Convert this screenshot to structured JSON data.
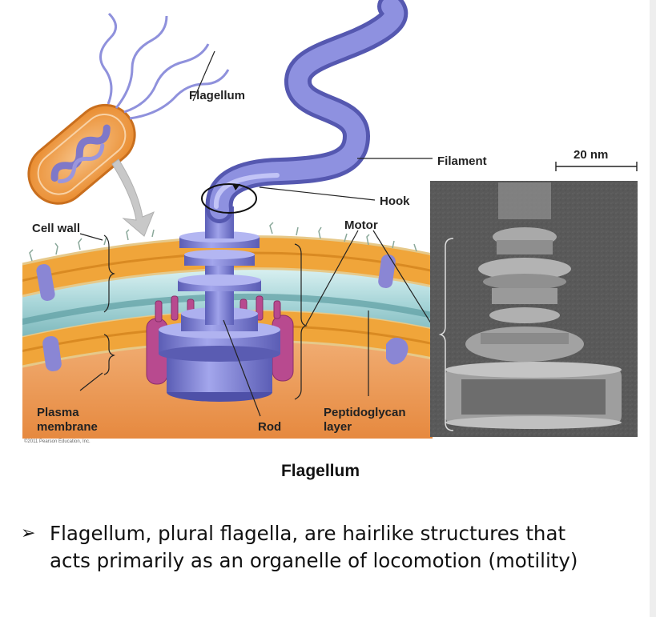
{
  "figure": {
    "labels": {
      "flagellum": "Flagellum",
      "filament": "Filament",
      "scale": "20 nm",
      "hook": "Hook",
      "cell_wall": "Cell wall",
      "motor": "Motor",
      "plasma_line1": "Plasma",
      "plasma_line2": "membrane",
      "rod": "Rod",
      "pepti_line1": "Peptidoglycan",
      "pepti_line2": "layer"
    },
    "copyright": "©2011 Pearson Education, Inc."
  },
  "caption": "Flagellum",
  "bullet": {
    "marker": "➢",
    "line1": "Flagellum, plural flagella, are hairlike structures that",
    "line2": "acts primarily as an organelle of locomotion (motility)"
  },
  "colors": {
    "membrane_lipid": "#f0a53a",
    "periplasm": "#bfe3e6",
    "cytoplasm": "#ec9c55",
    "motor_blue": "#7d7fd6",
    "motor_dark": "#5558b0",
    "magenta": "#b84a8f"
  }
}
